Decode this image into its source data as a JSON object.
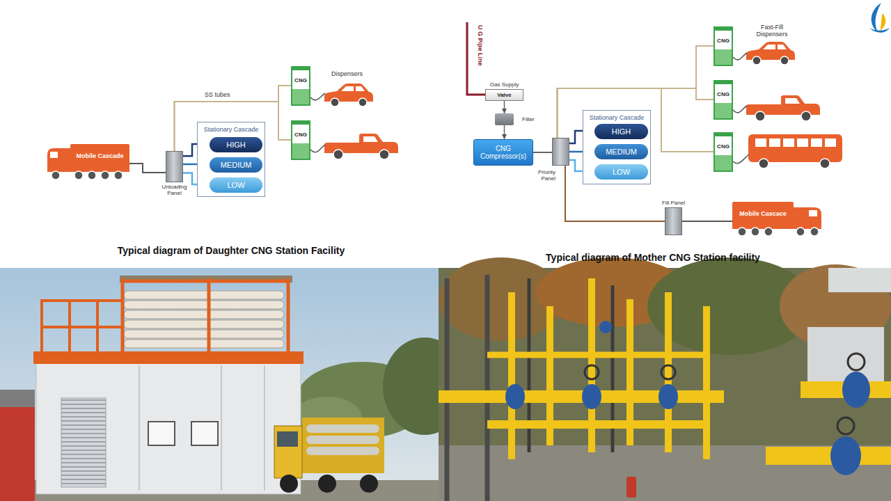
{
  "diagram": {
    "nodes": [
      {
        "text": [
          "Mobile Cascade"
        ]
      },
      {
        "text": [
          "Unloading Panel"
        ]
      },
      {
        "text": [
          "Stationary Cascade"
        ]
      },
      {
        "text": [
          "HIGH"
        ],
        "in": 2
      },
      {
        "text": [
          "MEDIUM"
        ],
        "in": 2
      },
      {
        "text": [
          "LOW"
        ],
        "in": 2
      },
      {
        "text": [
          "CNG"
        ]
      },
      {
        "text": [
          "CNG"
        ]
      },
      {
        "text": [
          "Gas Supply",
          "Valve"
        ]
      },
      {
        "text": [
          "Filter"
        ]
      },
      {
        "text": [
          "CNG Compressor(s)"
        ]
      },
      {
        "text": [
          "Priority Panel"
        ]
      },
      {
        "text": [
          "Stationary Cascade"
        ]
      },
      {
        "text": [
          "HIGH"
        ],
        "in": 12
      },
      {
        "text": [
          "MEDIUM"
        ],
        "in": 12
      },
      {
        "text": [
          "LOW"
        ],
        "in": 12
      },
      {
        "text": [
          "CNG"
        ]
      },
      {
        "text": [
          "CNG"
        ]
      },
      {
        "text": [
          "CNG"
        ]
      },
      {
        "text": [
          "Fill Panel"
        ]
      },
      {
        "text": [
          "Mobile Cascace"
        ]
      }
    ],
    "edges": [
      {
        "from": 0,
        "to": 1,
        "arrow": "none"
      },
      {
        "from": 1,
        "to": 3,
        "arrow": "none"
      },
      {
        "from": 1,
        "to": 4,
        "arrow": "none"
      },
      {
        "from": 1,
        "to": 5,
        "arrow": "none"
      },
      {
        "from": 1,
        "to": 6,
        "label": "SS tubes",
        "arrow": "none"
      },
      {
        "from": 1,
        "to": 7,
        "arrow": "none"
      },
      {
        "from": 8,
        "to": 9,
        "arrow": "to"
      },
      {
        "from": 9,
        "to": 10,
        "arrow": "to"
      },
      {
        "from": 10,
        "to": 11,
        "arrow": "none"
      },
      {
        "from": 11,
        "to": 13,
        "arrow": "none"
      },
      {
        "from": 11,
        "to": 14,
        "arrow": "none"
      },
      {
        "from": 11,
        "to": 15,
        "arrow": "none"
      },
      {
        "from": 11,
        "to": 16,
        "arrow": "none"
      },
      {
        "from": 11,
        "to": 17,
        "arrow": "none"
      },
      {
        "from": 11,
        "to": 18,
        "arrow": "none"
      },
      {
        "from": 11,
        "to": 19,
        "arrow": "none"
      },
      {
        "from": 19,
        "to": 20,
        "arrow": "none"
      }
    ],
    "labels": [
      "Dispensers",
      "Typical diagram of Daughter CNG Station Facility",
      "U G Pipe Line",
      "Fast-Fill Dispensers",
      "Typical diagram of Mother CNG Station facility"
    ]
  }
}
